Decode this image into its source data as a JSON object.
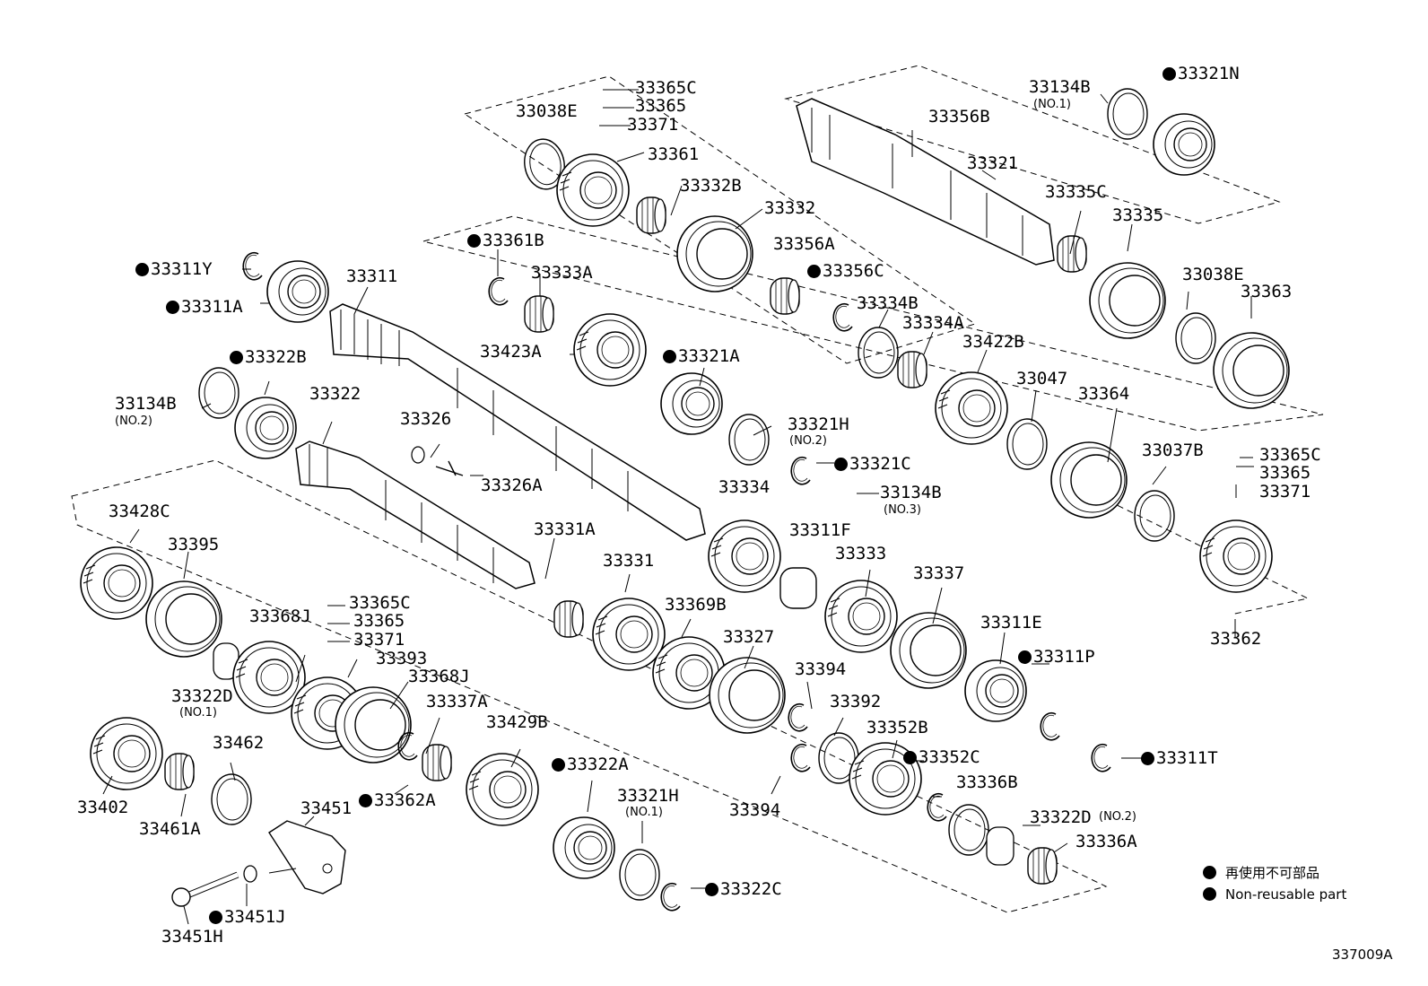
{
  "parts": [
    {
      "id": "p1",
      "label": "33365C"
    },
    {
      "id": "p2",
      "label": "33365"
    },
    {
      "id": "p3",
      "label": "33038E"
    },
    {
      "id": "p4",
      "label": "33371"
    },
    {
      "id": "p5",
      "label": "33361"
    },
    {
      "id": "p6",
      "label": "33332B"
    },
    {
      "id": "p7",
      "label": "33332"
    },
    {
      "id": "p8",
      "label": "33134B",
      "note": "(NO.1)"
    },
    {
      "id": "p9",
      "label": "33321N",
      "nonreusable": true
    },
    {
      "id": "p10",
      "label": "33356B"
    },
    {
      "id": "p11",
      "label": "33321"
    },
    {
      "id": "p12",
      "label": "33335C"
    },
    {
      "id": "p13",
      "label": "33335"
    },
    {
      "id": "p14",
      "label": "33361B",
      "nonreusable": true
    },
    {
      "id": "p15",
      "label": "33333A"
    },
    {
      "id": "p16",
      "label": "33356A"
    },
    {
      "id": "p17",
      "label": "33356C",
      "nonreusable": true
    },
    {
      "id": "p18",
      "label": "33038E"
    },
    {
      "id": "p19",
      "label": "33363"
    },
    {
      "id": "p20",
      "label": "33311Y",
      "nonreusable": true
    },
    {
      "id": "p21",
      "label": "33311"
    },
    {
      "id": "p22",
      "label": "33311A",
      "nonreusable": true
    },
    {
      "id": "p23",
      "label": "33423A"
    },
    {
      "id": "p24",
      "label": "33321A",
      "nonreusable": true
    },
    {
      "id": "p25",
      "label": "33334B"
    },
    {
      "id": "p26",
      "label": "33334A"
    },
    {
      "id": "p27",
      "label": "33422B"
    },
    {
      "id": "p28",
      "label": "33322B",
      "nonreusable": true
    },
    {
      "id": "p29",
      "label": "33134B",
      "note": "(NO.2)"
    },
    {
      "id": "p30",
      "label": "33322"
    },
    {
      "id": "p31",
      "label": "33326"
    },
    {
      "id": "p32",
      "label": "33321H",
      "note": "(NO.2)"
    },
    {
      "id": "p33",
      "label": "33047"
    },
    {
      "id": "p34",
      "label": "33364"
    },
    {
      "id": "p35",
      "label": "33326A"
    },
    {
      "id": "p36",
      "label": "33321C",
      "nonreusable": true
    },
    {
      "id": "p37",
      "label": "33134B",
      "note": "(NO.3)"
    },
    {
      "id": "p38",
      "label": "33037B"
    },
    {
      "id": "p39",
      "label": "33365C"
    },
    {
      "id": "p40",
      "label": "33365"
    },
    {
      "id": "p41",
      "label": "33371"
    },
    {
      "id": "p42",
      "label": "33334"
    },
    {
      "id": "p43",
      "label": "33428C"
    },
    {
      "id": "p44",
      "label": "33331A"
    },
    {
      "id": "p45",
      "label": "33311F"
    },
    {
      "id": "p46",
      "label": "33395"
    },
    {
      "id": "p47",
      "label": "33333"
    },
    {
      "id": "p48",
      "label": "33331"
    },
    {
      "id": "p49",
      "label": "33337"
    },
    {
      "id": "p50",
      "label": "33362"
    },
    {
      "id": "p51",
      "label": "33365C"
    },
    {
      "id": "p52",
      "label": "33368J"
    },
    {
      "id": "p53",
      "label": "33365"
    },
    {
      "id": "p54",
      "label": "33369B"
    },
    {
      "id": "p55",
      "label": "33327"
    },
    {
      "id": "p56",
      "label": "33311E"
    },
    {
      "id": "p57",
      "label": "33371"
    },
    {
      "id": "p58",
      "label": "33393"
    },
    {
      "id": "p59",
      "label": "33311P",
      "nonreusable": true
    },
    {
      "id": "p60",
      "label": "33368J"
    },
    {
      "id": "p61",
      "label": "33394"
    },
    {
      "id": "p62",
      "label": "33322D",
      "note": "(NO.1)"
    },
    {
      "id": "p63",
      "label": "33337A"
    },
    {
      "id": "p64",
      "label": "33392"
    },
    {
      "id": "p65",
      "label": "33429B"
    },
    {
      "id": "p66",
      "label": "33352B"
    },
    {
      "id": "p67",
      "label": "33462"
    },
    {
      "id": "p68",
      "label": "33322A",
      "nonreusable": true
    },
    {
      "id": "p69",
      "label": "33352C",
      "nonreusable": true
    },
    {
      "id": "p70",
      "label": "33311T",
      "nonreusable": true
    },
    {
      "id": "p71",
      "label": "33336B"
    },
    {
      "id": "p72",
      "label": "33402"
    },
    {
      "id": "p73",
      "label": "33451"
    },
    {
      "id": "p74",
      "label": "33362A",
      "nonreusable": true
    },
    {
      "id": "p75",
      "label": "33321H",
      "note": "(NO.1)"
    },
    {
      "id": "p76",
      "label": "33394"
    },
    {
      "id": "p77",
      "label": "33461A"
    },
    {
      "id": "p78",
      "label": "33322D",
      "note": "(NO.2)"
    },
    {
      "id": "p79",
      "label": "33336A"
    },
    {
      "id": "p80",
      "label": "33322C",
      "nonreusable": true
    },
    {
      "id": "p81",
      "label": "33451J",
      "nonreusable": true
    },
    {
      "id": "p82",
      "label": "33451H"
    }
  ],
  "legend": {
    "ja": "再使用不可部品",
    "en": "Non-reusable part"
  },
  "diagram_code": "337009A"
}
